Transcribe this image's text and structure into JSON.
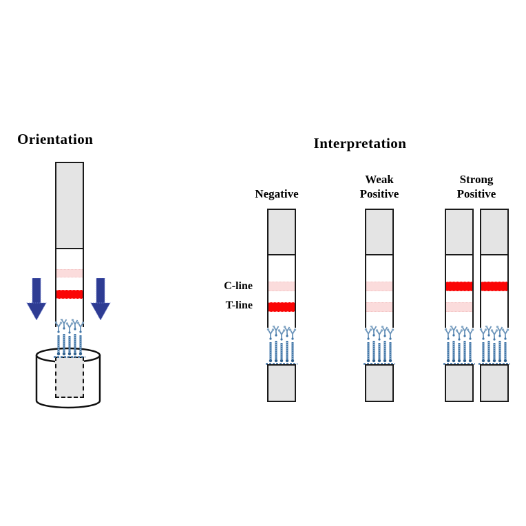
{
  "orientation": {
    "title": "Orientation",
    "strip": {
      "label": "dipped-strip",
      "c_line": "faint",
      "t_line": "strong"
    }
  },
  "interpretation": {
    "title": "Interpretation",
    "line_labels": {
      "c": "C-line",
      "t": "T-line"
    },
    "columns": [
      {
        "lines": [
          "Negative"
        ]
      },
      {
        "lines": [
          "Weak",
          "Positive"
        ]
      },
      {
        "lines": [
          "Strong",
          "Positive"
        ]
      }
    ],
    "strips": [
      {
        "label": "negative",
        "c_line": "faint",
        "t_line": "strong"
      },
      {
        "label": "weak-positive",
        "c_line": "faint",
        "t_line": "faint"
      },
      {
        "label": "strong-positive-left",
        "c_line": "strong",
        "t_line": "faint"
      },
      {
        "label": "strong-positive-right",
        "c_line": "strong",
        "t_line": "none"
      }
    ]
  },
  "icons": {
    "down_arrow": "down-arrow-icon",
    "antibody_zone": "antibody-conjugate-icon",
    "sample_cup": "sample-cup-icon"
  },
  "colors": {
    "band_strong": "#FA0505",
    "band_faint": "#FBDCDC",
    "pad_gray": "#E4E4E4",
    "arrow_blue": "#2E3C93",
    "antibody_blue": "#4377A8",
    "border_dark": "#1A1A1A"
  }
}
